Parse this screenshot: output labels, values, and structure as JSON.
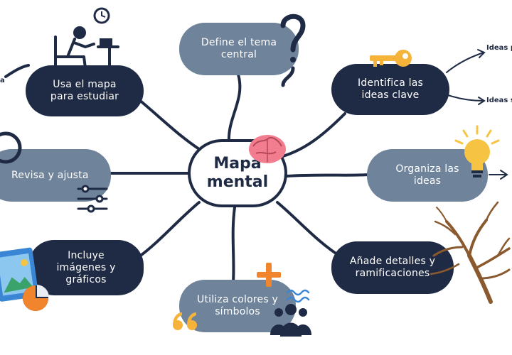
{
  "center": {
    "line1": "Mapa",
    "line2": "mental"
  },
  "nodes": {
    "define": {
      "line1": "Define el tema",
      "line2": "central"
    },
    "identifica": {
      "line1": "Identifica las",
      "line2": "ideas clave"
    },
    "organiza": {
      "line1": "Organiza las",
      "line2": "ideas"
    },
    "anade": {
      "line1": "Añade detalles y",
      "line2": "ramificaciones"
    },
    "utiliza": {
      "line1": "Utiliza colores y",
      "line2": "símbolos"
    },
    "incluye": {
      "line1": "Incluye",
      "line2": "imágenes y",
      "line3": "gráficos"
    },
    "revisa": {
      "line1": "Revisa y ajusta"
    },
    "usa": {
      "line1": "Usa el mapa",
      "line2": "para estudiar"
    }
  },
  "branch_labels": {
    "top": "Ideas p",
    "bottom": "Ideas s",
    "left": "a"
  },
  "colors": {
    "dark": "#1f2a44",
    "light": "#6f839b",
    "accent_orange": "#f0852d",
    "accent_yellow": "#f6c343"
  },
  "icons": [
    "clock-icon",
    "person-at-desk-icon",
    "question-mark-icon",
    "key-icon",
    "brain-icon",
    "lightbulb-icon",
    "sliders-icon",
    "picture-icon",
    "pie-chart-icon",
    "plus-icon",
    "waves-icon",
    "people-group-icon",
    "quote-icon",
    "bare-tree-icon",
    "magnifier-icon"
  ]
}
